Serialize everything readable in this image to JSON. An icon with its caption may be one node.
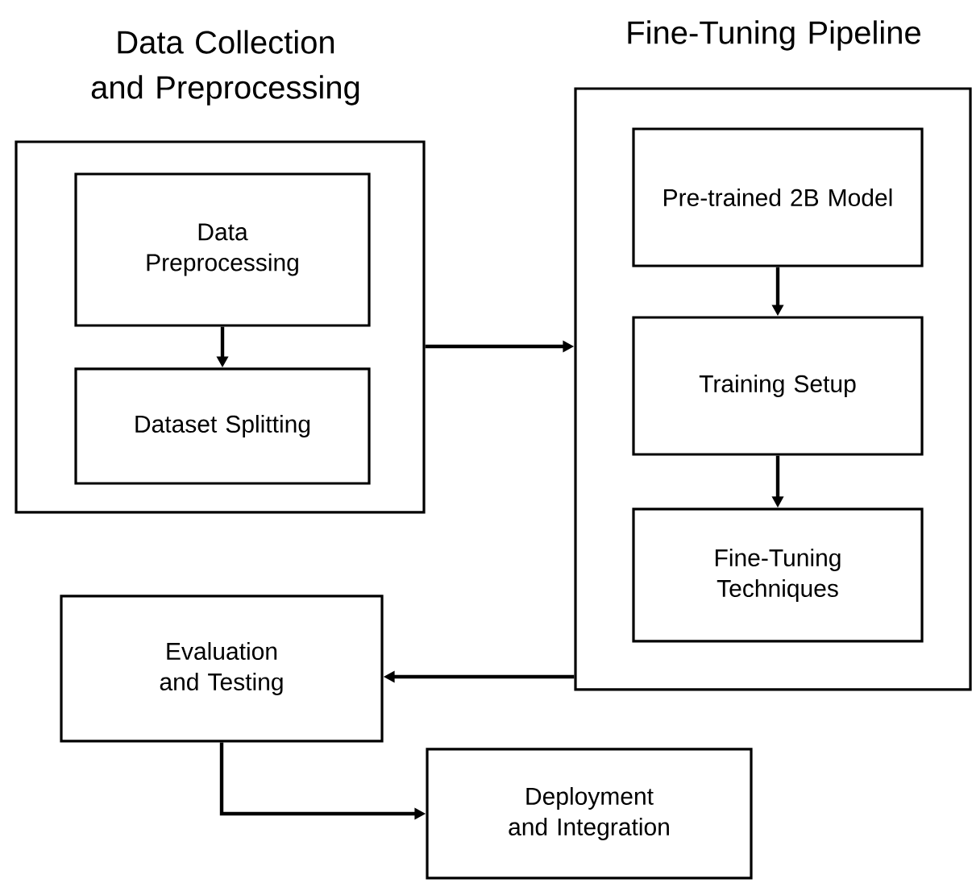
{
  "diagram": {
    "nodes": [
      {
        "text": [
          "Data Collection and Preprocessing"
        ]
      },
      {
        "text": [
          "Data Preprocessing"
        ],
        "in": 0
      },
      {
        "text": [
          "Dataset Splitting"
        ],
        "in": 0
      },
      {
        "text": [
          "Fine-Tuning Pipeline"
        ]
      },
      {
        "text": [
          "Pre-trained 2B Model"
        ],
        "in": 3
      },
      {
        "text": [
          "Training Setup"
        ],
        "in": 3
      },
      {
        "text": [
          "Fine-Tuning Techniques"
        ],
        "in": 3
      },
      {
        "text": [
          "Evaluation and Testing"
        ]
      },
      {
        "text": [
          "Deployment and Integration"
        ]
      }
    ],
    "edges": [
      {
        "from": 1,
        "to": 2,
        "arrow": "to"
      },
      {
        "from": 4,
        "to": 5,
        "arrow": "to"
      },
      {
        "from": 5,
        "to": 6,
        "arrow": "to"
      },
      {
        "from": 0,
        "to": 3,
        "arrow": "to"
      },
      {
        "from": 3,
        "to": 7,
        "arrow": "to"
      },
      {
        "from": 7,
        "to": 8,
        "arrow": "to"
      }
    ]
  }
}
